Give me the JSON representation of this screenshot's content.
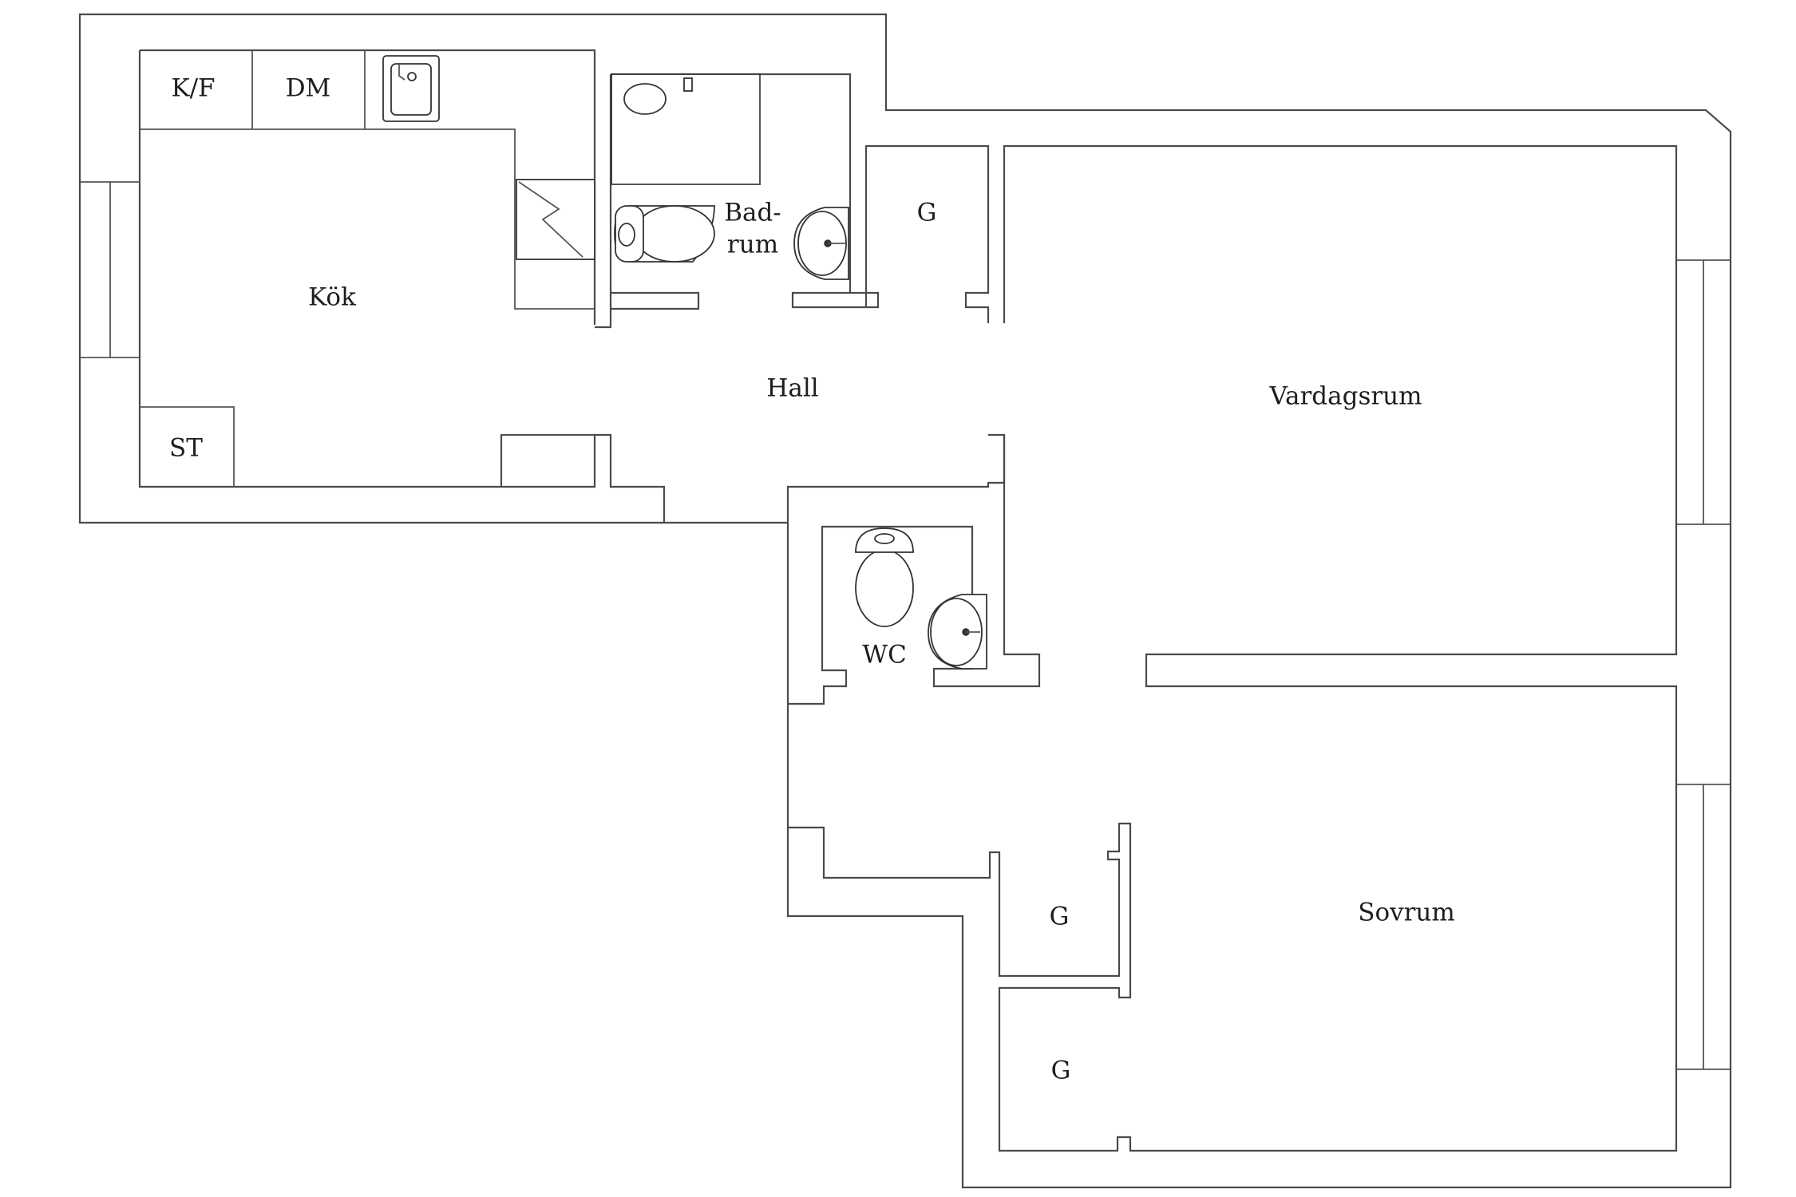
{
  "rooms": {
    "kok": "Kök",
    "hall": "Hall",
    "vardagsrum": "Vardagsrum",
    "sovrum": "Sovrum",
    "badrum_line1": "Bad-",
    "badrum_line2": "rum",
    "wc": "WC",
    "garderob_hall": "G",
    "garderob_sovrum_top": "G",
    "garderob_sovrum_bottom": "G"
  },
  "appliances": {
    "kyl_frys": "K/F",
    "diskmaskin": "DM",
    "stad": "ST"
  },
  "icons": [
    "sink-icon",
    "stove-icon",
    "toilet-icon",
    "washbasin-icon",
    "shower-icon",
    "window-icon"
  ],
  "colors": {
    "wall": "#4a4a4a",
    "text": "#1e1e1e",
    "background": "#ffffff"
  }
}
